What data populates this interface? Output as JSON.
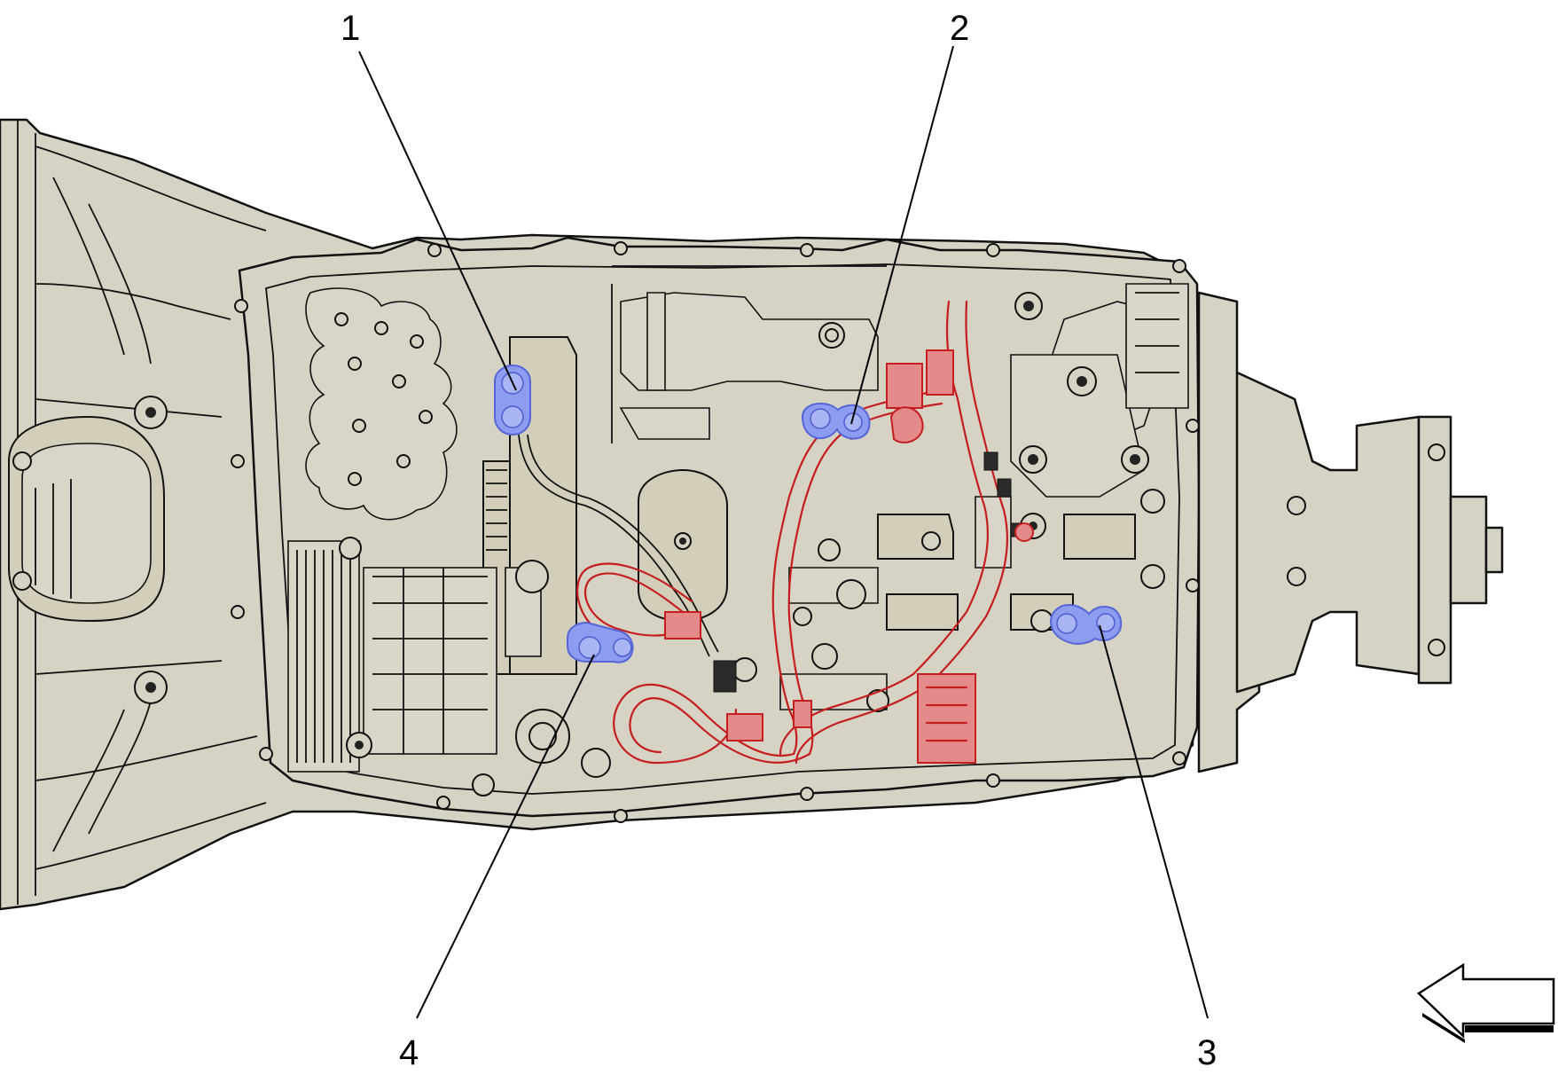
{
  "diagram": {
    "callouts": [
      {
        "id": "1",
        "label": "1"
      },
      {
        "id": "2",
        "label": "2"
      },
      {
        "id": "3",
        "label": "3"
      },
      {
        "id": "4",
        "label": "4"
      }
    ],
    "colors": {
      "housing": "#d6d2c4",
      "harness": "#c41e1e",
      "highlighted_bolts": "#8c9cf0",
      "linework": "#111111"
    },
    "icons": [
      "direction-arrow-icon"
    ]
  }
}
